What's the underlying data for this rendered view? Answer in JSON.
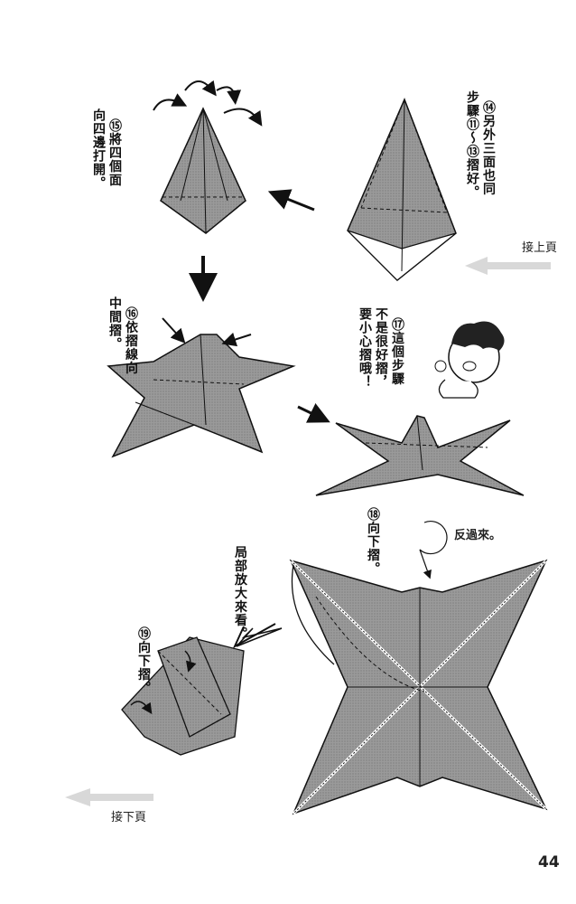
{
  "steps": {
    "s14": {
      "num": "⑭",
      "text": "另外三面也同\n步驟⑪～⑬摺好。"
    },
    "s15": {
      "num": "⑮",
      "text": "將四個面\n向四邊打開。"
    },
    "s16": {
      "num": "⑯",
      "text": "依摺線向\n中間摺。"
    },
    "s17": {
      "num": "⑰",
      "text": "這個步驟\n不是很好摺，\n要小心摺哦！"
    },
    "s18": {
      "num": "⑱",
      "text": "向下摺。"
    },
    "s19": {
      "num": "⑲",
      "text": "向下摺。"
    }
  },
  "notes": {
    "flip": "反過來。",
    "zoom": "局部放大來看。"
  },
  "nav": {
    "prev": "接上頁",
    "next": "接下頁"
  },
  "page_number": "44",
  "colors": {
    "paper_gray": "#8c8c8c",
    "line": "#111111",
    "arrow_gray": "#cfcfcf"
  }
}
